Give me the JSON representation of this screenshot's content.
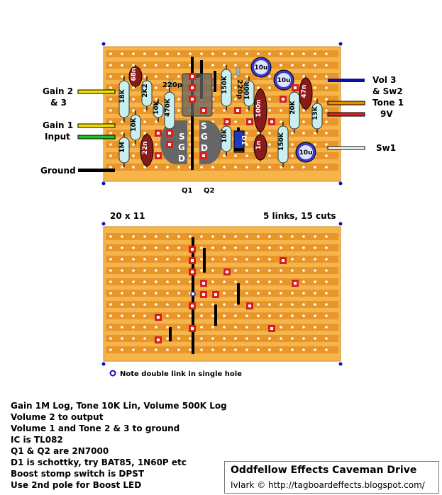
{
  "top_labels": {
    "gain23_a": "Gain 2",
    "gain23_b": "& 3",
    "gain1": "Gain 1",
    "input": "Input",
    "ground": "Ground",
    "vol3_a": "Vol 3",
    "vol3_b": "& Sw2",
    "tone1": "Tone 1",
    "nine_v": "9V",
    "sw1": "Sw1",
    "q1": "Q1",
    "q2": "Q2"
  },
  "components": {
    "r_18k": "18K",
    "c_68n": "68n",
    "r_2k2": "2K2",
    "c_220p_a": "220p",
    "r_10k_a": "10K",
    "r_470k": "470K",
    "r_10k_b": "10K",
    "c_22n": "22n",
    "r_1m": "1M",
    "r_150k_a": "150K",
    "c_220p_b": "220p",
    "r_100r": "100R",
    "r_10k_c": "10K",
    "d1": "D1",
    "c_100n": "100n",
    "c_1n": "1n",
    "c_10u_a": "10u",
    "c_10u_b": "10u",
    "c_47n": "47n",
    "r_20k": "20K",
    "r_150k_b": "150K",
    "r_13k": "13K",
    "c_10u_c": "10u",
    "pin_s": "S",
    "pin_g": "G",
    "pin_d": "D"
  },
  "board_info": {
    "size": "20 x 11",
    "links_cuts": "5 links, 15 cuts",
    "note": "Note double link in single hole"
  },
  "notes": [
    "Gain 1M Log, Tone 10K Lin, Volume 500K Log",
    "Volume 2 to output",
    "Volume 1 and Tone 2 & 3 to ground",
    "IC is TL082",
    "Q1 & Q2 are 2N7000",
    "D1 is schottky, try BAT85, 1N60P etc",
    "Boost stomp switch is DPST",
    "Use 2nd pole for Boost LED"
  ],
  "title": {
    "name": "Oddfellow Effects Caveman Drive",
    "credit": "IvIark © http://tagboardeffects.blogspot.com/"
  },
  "colors": {
    "board": "#f5b54a",
    "strip": "#e8962a",
    "cut": "#d62020",
    "link": "#000000",
    "resistor": "#c8f0f0",
    "capacitor": "#8b1a1a",
    "electrolytic": "#3a3ac8",
    "wire_yellow": "#f0e000",
    "wire_green": "#20c020",
    "wire_orange": "#f08c00",
    "wire_red": "#e02020",
    "wire_blue": "#1010a0"
  }
}
